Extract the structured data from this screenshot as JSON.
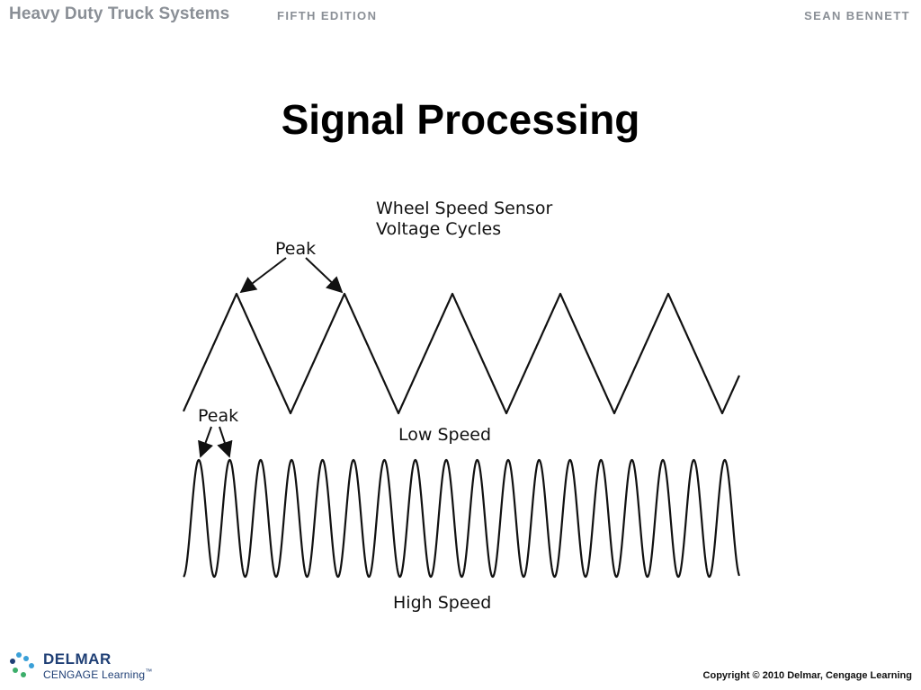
{
  "header": {
    "book_title": "Heavy Duty Truck Systems",
    "edition": "FIFTH EDITION",
    "author": "SEAN BENNETT"
  },
  "slide": {
    "title": "Signal Processing"
  },
  "diagram": {
    "caption_line1": "Wheel Speed Sensor",
    "caption_line2": "Voltage Cycles",
    "low_speed": {
      "peak_label": "Peak",
      "label": "Low Speed",
      "cycles_shown": 5
    },
    "high_speed": {
      "peak_label": "Peak",
      "label": "High Speed",
      "cycles_shown": 18
    }
  },
  "footer": {
    "logo_main": "DELMAR",
    "logo_sub": "CENGAGE Learning",
    "logo_trademark": "™",
    "copyright": "Copyright © 2010 Delmar, Cengage Learning"
  },
  "colors": {
    "header_text": "#8a8f96",
    "logo_blue": "#1f3f75",
    "logo_dots_light": "#3aa0d8",
    "logo_dots_green": "#3cae6a"
  },
  "icons": {
    "logo_mark": "delmar-dots-icon"
  }
}
